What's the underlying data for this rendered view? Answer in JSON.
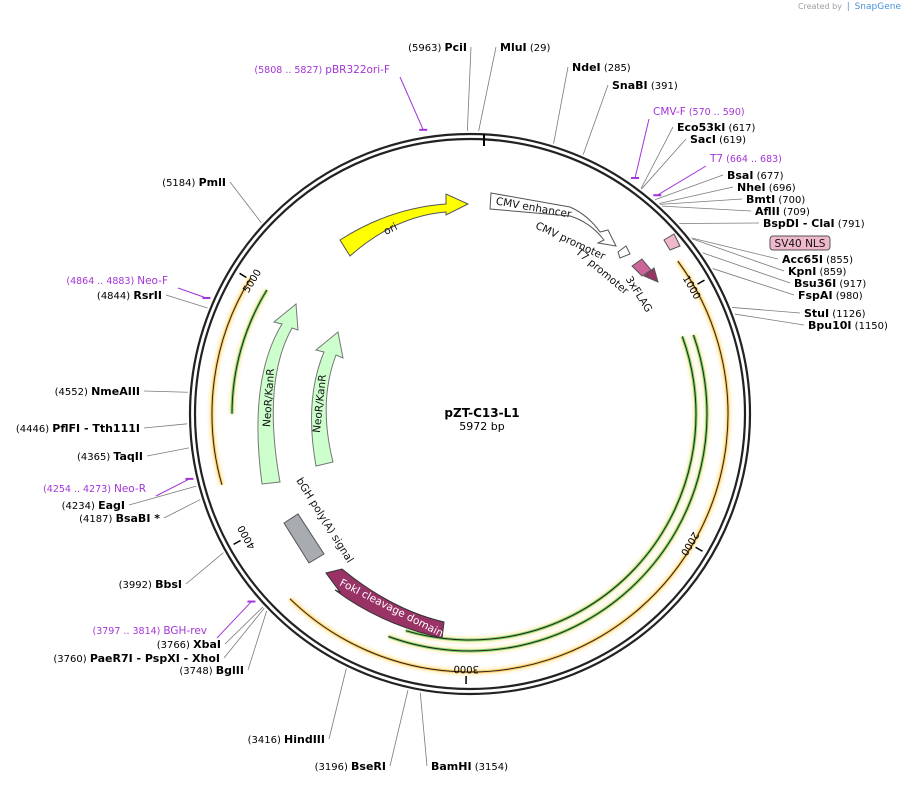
{
  "credit": {
    "prefix": "Created by",
    "brand": "SnapGene"
  },
  "plasmid": {
    "name": "pZT-C13-L1",
    "length_label": "5972 bp",
    "length": 5972
  },
  "ticks": [
    {
      "label": "1000",
      "bp": 1000
    },
    {
      "label": "2000",
      "bp": 2000
    },
    {
      "label": "3000",
      "bp": 3000
    },
    {
      "label": "4000",
      "bp": 4000
    },
    {
      "label": "5000",
      "bp": 5000
    }
  ],
  "sites": [
    {
      "name": "PciI",
      "pos": "(5963)",
      "bp": 5963,
      "side": "left"
    },
    {
      "name": "MluI",
      "pos": "(29)",
      "bp": 29,
      "side": "right"
    },
    {
      "name": "NdeI",
      "pos": "(285)",
      "bp": 285,
      "side": "right"
    },
    {
      "name": "SnaBI",
      "pos": "(391)",
      "bp": 391,
      "side": "right"
    },
    {
      "name": "Eco53kI",
      "pos": "(617)",
      "bp": 617,
      "side": "right"
    },
    {
      "name": "SacI",
      "pos": "(619)",
      "bp": 619,
      "side": "right"
    },
    {
      "name": "BsaI",
      "pos": "(677)",
      "bp": 677,
      "side": "right"
    },
    {
      "name": "NheI",
      "pos": "(696)",
      "bp": 696,
      "side": "right"
    },
    {
      "name": "BmtI",
      "pos": "(700)",
      "bp": 700,
      "side": "right"
    },
    {
      "name": "AflII",
      "pos": "(709)",
      "bp": 709,
      "side": "right"
    },
    {
      "name": "BspDI  - ClaI",
      "pos": "(791)",
      "bp": 791,
      "side": "right"
    },
    {
      "name": "Acc65I",
      "pos": "(855)",
      "bp": 855,
      "side": "right"
    },
    {
      "name": "KpnI",
      "pos": "(859)",
      "bp": 859,
      "side": "right"
    },
    {
      "name": "Bsu36I",
      "pos": "(917)",
      "bp": 917,
      "side": "right"
    },
    {
      "name": "FspAI",
      "pos": "(980)",
      "bp": 980,
      "side": "right"
    },
    {
      "name": "StuI",
      "pos": "(1126)",
      "bp": 1126,
      "side": "right"
    },
    {
      "name": "Bpu10I",
      "pos": "(1150)",
      "bp": 1150,
      "side": "right"
    },
    {
      "name": "BamHI",
      "pos": "(3154)",
      "bp": 3154,
      "side": "right"
    },
    {
      "name": "BseRI",
      "pos": "(3196)",
      "bp": 3196,
      "side": "left"
    },
    {
      "name": "HindIII",
      "pos": "(3416)",
      "bp": 3416,
      "side": "left"
    },
    {
      "name": "BglII",
      "pos": "(3748)",
      "bp": 3748,
      "side": "left"
    },
    {
      "name": "PaeR7I   - PspXI   - XhoI",
      "pos": "(3760)",
      "bp": 3760,
      "side": "left"
    },
    {
      "name": "XbaI",
      "pos": "(3766)",
      "bp": 3766,
      "side": "left"
    },
    {
      "name": "BbsI",
      "pos": "(3992)",
      "bp": 3992,
      "side": "left"
    },
    {
      "name": "BsaBI  *",
      "pos": "(4187)",
      "bp": 4187,
      "side": "left"
    },
    {
      "name": "EagI",
      "pos": "(4234)",
      "bp": 4234,
      "side": "left"
    },
    {
      "name": "TaqII",
      "pos": "(4365)",
      "bp": 4365,
      "side": "left"
    },
    {
      "name": "PflFI   - Tth111I",
      "pos": "(4446)",
      "bp": 4446,
      "side": "left"
    },
    {
      "name": "NmeAIII",
      "pos": "(4552)",
      "bp": 4552,
      "side": "left"
    },
    {
      "name": "RsrII",
      "pos": "(4844)",
      "bp": 4844,
      "side": "left"
    },
    {
      "name": "PmlI",
      "pos": "(5184)",
      "bp": 5184,
      "side": "left"
    }
  ],
  "primers": [
    {
      "name": "pBR322ori-F",
      "range": "(5808 .. 5827)",
      "bp": 5817,
      "side": "left"
    },
    {
      "name": "CMV-F",
      "range": "(570 .. 590)",
      "bp": 580,
      "side": "right"
    },
    {
      "name": "T7",
      "range": "(664 .. 683)",
      "bp": 673,
      "side": "right"
    },
    {
      "name": "Neo-F",
      "range": "(4864 .. 4883)",
      "bp": 4873,
      "side": "left"
    },
    {
      "name": "Neo-R",
      "range": "(4254 .. 4273)",
      "bp": 4263,
      "side": "left"
    },
    {
      "name": "BGH-rev",
      "range": "(3797 .. 3814)",
      "bp": 3805,
      "side": "left"
    }
  ],
  "features": {
    "ori": "ori",
    "cmv_enhancer": "CMV enhancer",
    "cmv_promoter": "CMV promoter",
    "t7_promoter": "T7 promoter",
    "flag": "3xFLAG",
    "sv40": "SV40 NLS",
    "neo1": "NeoR/KanR",
    "neo2": "NeoR/KanR",
    "bgh": "bGH poly(A) signal",
    "foki": "FokI cleavage domain"
  },
  "colors": {
    "ori": "#ffff00",
    "neo": "#ccffcc",
    "foki": "#993366",
    "flag": "#cc6699",
    "sv40": "#f0b8cc",
    "cds_orange": "#ffcc66",
    "cds_green": "#339900",
    "primer": "#a335d6",
    "backbone": "#222222"
  }
}
